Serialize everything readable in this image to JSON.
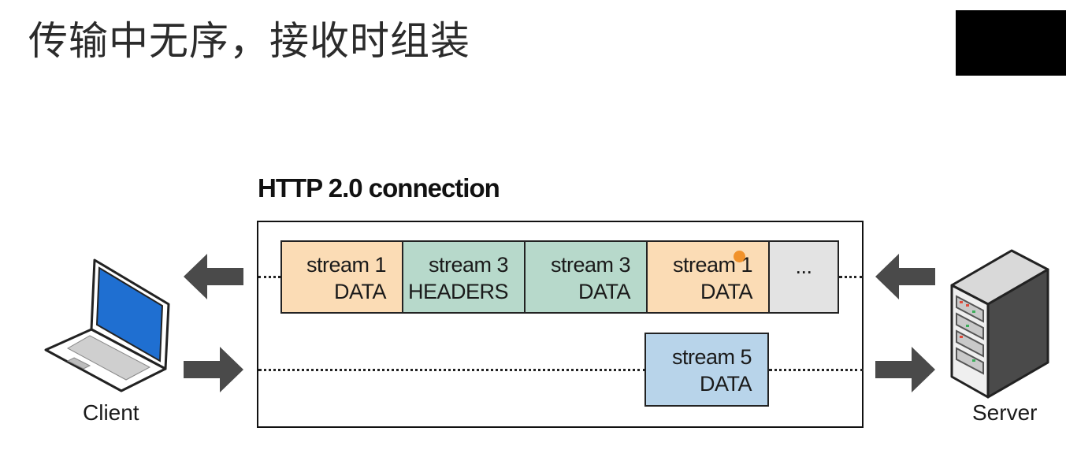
{
  "slide": {
    "title": "传输中无序，接收时组装"
  },
  "diagram": {
    "connection_title": "HTTP 2.0 connection",
    "client_label": "Client",
    "server_label": "Server",
    "upper_lane": [
      {
        "line1": "stream 1",
        "line2": "DATA",
        "color": "#fbdcb5"
      },
      {
        "line1": "stream 3",
        "line2": "HEADERS",
        "color": "#b7d9cb"
      },
      {
        "line1": "stream 3",
        "line2": "DATA",
        "color": "#b7d9cb"
      },
      {
        "line1": "stream 1",
        "line2": "DATA",
        "color": "#fbdcb5"
      },
      {
        "line1": "...",
        "line2": "",
        "color": "#e3e3e3"
      }
    ],
    "lower_lane": [
      {
        "line1": "stream 5",
        "line2": "DATA",
        "color": "#b8d4ea"
      }
    ],
    "colors": {
      "stream1": "#fbdcb5",
      "stream3": "#b7d9cb",
      "stream5": "#b8d4ea",
      "placeholder": "#e3e3e3",
      "arrow": "#4a4a4a",
      "laptop_screen": "#1f6fd1"
    }
  }
}
